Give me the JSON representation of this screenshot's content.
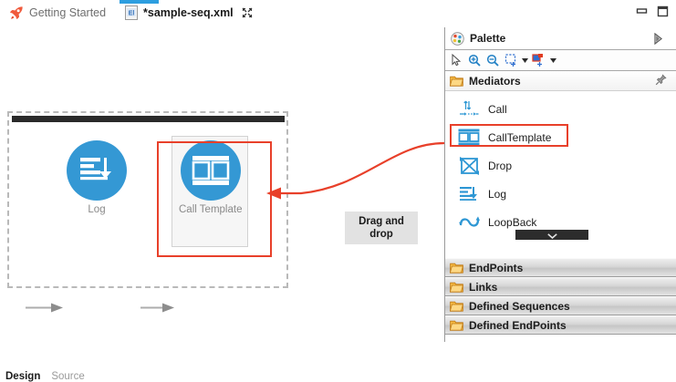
{
  "window": {
    "minimize_icon": "minimize-icon",
    "maximize_icon": "maximize-icon"
  },
  "tabs": [
    {
      "label": "Getting Started",
      "icon": "rocket-icon",
      "active": false,
      "closable": false
    },
    {
      "label": "*sample-seq.xml",
      "icon": "xml-file-icon",
      "active": true,
      "closable": true
    }
  ],
  "editor": {
    "nodes": [
      {
        "label": "Log",
        "icon": "log-mediator-icon"
      },
      {
        "label": "Call Template",
        "icon": "call-template-mediator-icon"
      }
    ],
    "selection_color": "#e8402a",
    "node_color": "#3498d4",
    "callout": {
      "line1": "Drag and",
      "line2": "drop"
    }
  },
  "bottom_tabs": [
    {
      "label": "Design",
      "active": true
    },
    {
      "label": "Source",
      "active": false
    }
  ],
  "palette": {
    "title": "Palette",
    "title_icon": "palette-icon",
    "expand_icon": "expand-panel-icon",
    "toolbar": [
      {
        "name": "select-tool",
        "icon": "arrow-cursor-icon"
      },
      {
        "name": "zoom-in-tool",
        "icon": "zoom-in-icon"
      },
      {
        "name": "zoom-out-tool",
        "icon": "zoom-out-icon"
      },
      {
        "name": "marquee-tool",
        "icon": "marquee-select-icon"
      },
      {
        "name": "marquee-tool-dropdown",
        "icon": "caret-down-icon"
      },
      {
        "name": "create-connection-tool",
        "icon": "create-connection-icon"
      },
      {
        "name": "create-connection-dropdown",
        "icon": "caret-down-icon"
      }
    ],
    "drawers": [
      {
        "label": "Mediators",
        "expanded": true,
        "pin_icon": "pin-icon",
        "items": [
          {
            "label": "Call",
            "icon": "call-mediator-icon",
            "selected": false
          },
          {
            "label": "CallTemplate",
            "icon": "call-template-mediator-icon",
            "selected": true
          },
          {
            "label": "Drop",
            "icon": "drop-mediator-icon",
            "selected": false
          },
          {
            "label": "Log",
            "icon": "log-mediator-icon",
            "selected": false
          },
          {
            "label": "LoopBack",
            "icon": "loopback-mediator-icon",
            "selected": false
          }
        ],
        "scroll_down_icon": "chevron-down-icon"
      },
      {
        "label": "EndPoints",
        "expanded": false,
        "icon": "folder-icon"
      },
      {
        "label": "Links",
        "expanded": false,
        "icon": "folder-icon"
      },
      {
        "label": "Defined Sequences",
        "expanded": false,
        "icon": "folder-icon"
      },
      {
        "label": "Defined EndPoints",
        "expanded": false,
        "icon": "folder-icon"
      }
    ]
  }
}
